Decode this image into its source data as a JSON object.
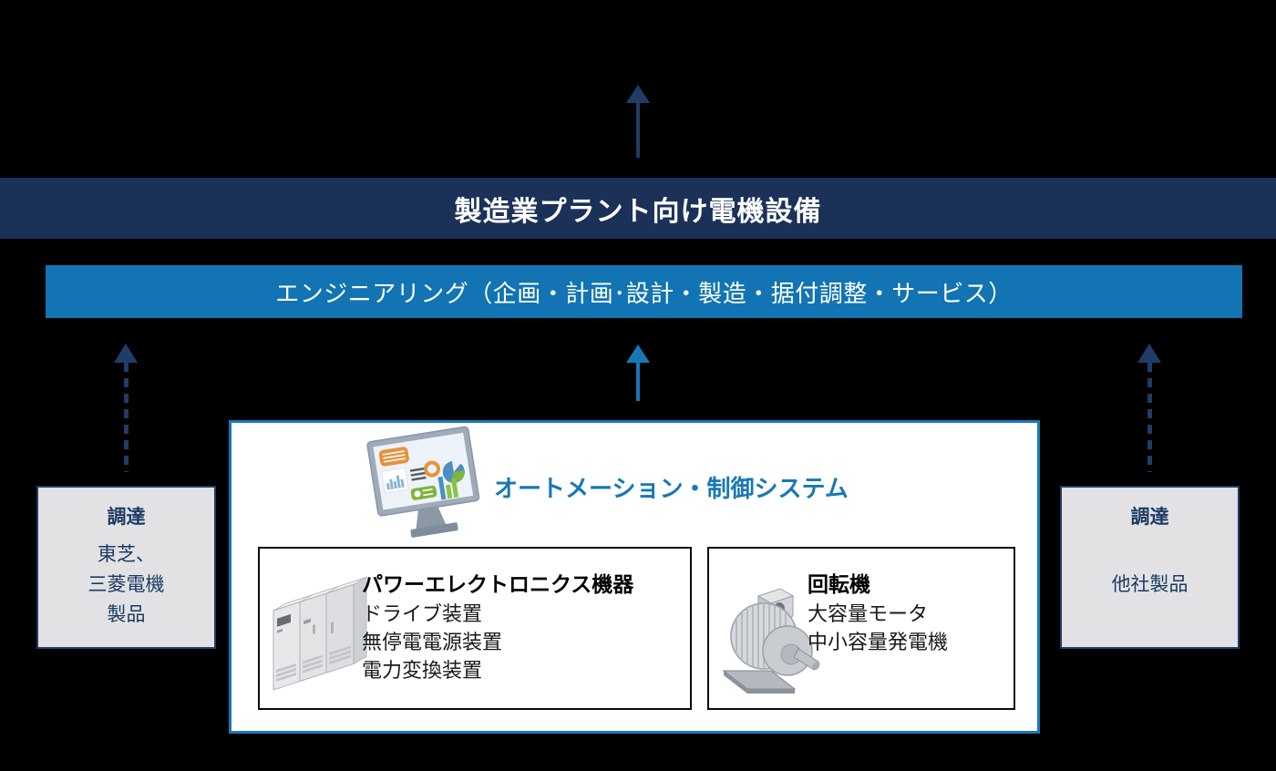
{
  "colors": {
    "background": "#000000",
    "navy_banner": "#1b3158",
    "blue_banner": "#1274b2",
    "navy_arrow": "#1f3d66",
    "blue_arrow": "#1878b5",
    "gray_box_fill": "#e2e2e4",
    "gray_box_border": "#1f3d66",
    "main_box_border": "#1878b8",
    "automation_title_text": "#1778b5",
    "procurement_text": "#1b3a63"
  },
  "banners": {
    "product": "製造業プラント向け電機設備",
    "engineering": "エンジニアリング（企画・計画･設計・製造・据付調整・サービス）"
  },
  "automation": {
    "title": "オートメーション・制御システム",
    "monitor_icon": "dashboard-monitor",
    "power_electronics": {
      "title": "パワーエレクトロニクス機器",
      "icon": "control-cabinets",
      "items": [
        "ドライブ装置",
        "無停電電源装置",
        "電力変換装置"
      ]
    },
    "rotating_machines": {
      "title": "回転機",
      "icon": "electric-motor",
      "items": [
        "大容量モータ",
        "中小容量発電機"
      ]
    }
  },
  "procurement_left": {
    "title": "調達",
    "lines": [
      "東芝、",
      "三菱電機",
      "製品"
    ]
  },
  "procurement_right": {
    "title": "調達",
    "lines": [
      "他社製品"
    ]
  }
}
